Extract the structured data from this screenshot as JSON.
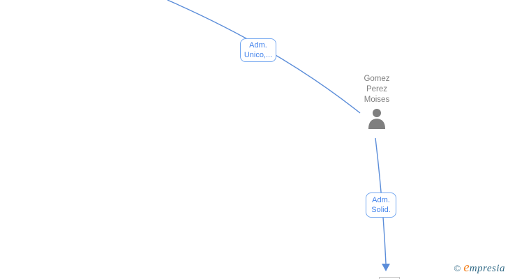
{
  "diagram": {
    "edge_labels": [
      {
        "id": "adm-unico",
        "lines": [
          "Adm.",
          "Unico,..."
        ]
      },
      {
        "id": "adm-solid",
        "lines": [
          "Adm.",
          "Solid."
        ]
      }
    ],
    "person": {
      "name_lines": [
        "Gomez",
        "Perez",
        "Moises"
      ]
    },
    "colors": {
      "edge_blue": "#5b8dd9",
      "label_blue": "#4484ec",
      "label_border": "#74a7f0",
      "node_gray": "#7f7f7f",
      "cutoff_gray": "#c4c4c4"
    }
  },
  "watermark": {
    "copyright": "©",
    "brand_initial": "e",
    "brand_rest": "mpresia",
    "orange": "#f58220",
    "teal": "#336b87"
  }
}
